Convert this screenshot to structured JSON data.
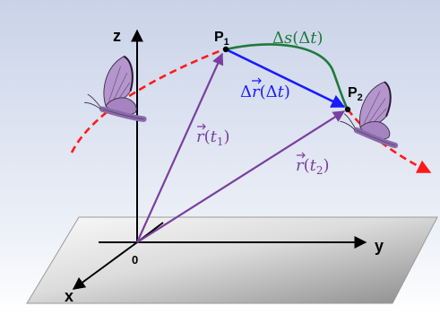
{
  "axes": {
    "x_label": "x",
    "y_label": "y",
    "z_label": "z",
    "origin_label": "0"
  },
  "points": {
    "p1": {
      "base": "P",
      "sub": "1"
    },
    "p2": {
      "base": "P",
      "sub": "2"
    }
  },
  "labels": {
    "ds": {
      "pre": "Δ",
      "main": "s",
      "rest": "(Δ",
      "var": "t",
      "close": ")"
    },
    "dr": {
      "pre": "Δ",
      "main": "r",
      "rest": "(Δ",
      "var": "t",
      "close": ")"
    },
    "r1": {
      "main": "r",
      "rest": "(",
      "var": "t",
      "sub": "1",
      "close": ")"
    },
    "r2": {
      "main": "r",
      "rest": "(",
      "var": "t",
      "sub": "2",
      "close": ")"
    }
  },
  "colors": {
    "background_top": "#c9d3e8",
    "background_bottom": "#ffffff",
    "plane_light": "#f2f2f2",
    "plane_dark": "#8c8c8c",
    "axis": "#000000",
    "trajectory": "#ff1a1a",
    "arc": "#1f7a3a",
    "displacement": "#1a1aff",
    "position_vector": "#7a3fa0",
    "butterfly_wing": "#b08fc8",
    "butterfly_body": "#8a6aa8"
  }
}
